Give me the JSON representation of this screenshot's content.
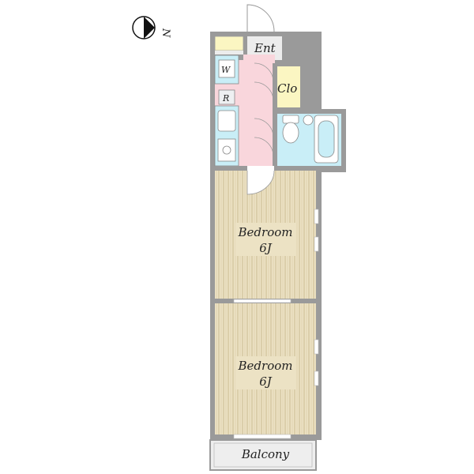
{
  "compass": {
    "label": "N"
  },
  "rooms": {
    "entrance": {
      "label": "Ent"
    },
    "closet": {
      "label": "Clo"
    },
    "washer": {
      "label": "W"
    },
    "fridge": {
      "label": "R"
    },
    "bedroom1": {
      "label": "Bedroom",
      "size": "6J"
    },
    "bedroom2": {
      "label": "Bedroom",
      "size": "6J"
    },
    "balcony": {
      "label": "Balcony"
    }
  },
  "colors": {
    "wall": "#9a9a9a",
    "hall": "#f9d6dc",
    "bath": "#c9eef7",
    "closet": "#fbf6c2",
    "tatami": "#ece2c4",
    "entrance": "#ececec",
    "balcony": "#eeeeee"
  }
}
